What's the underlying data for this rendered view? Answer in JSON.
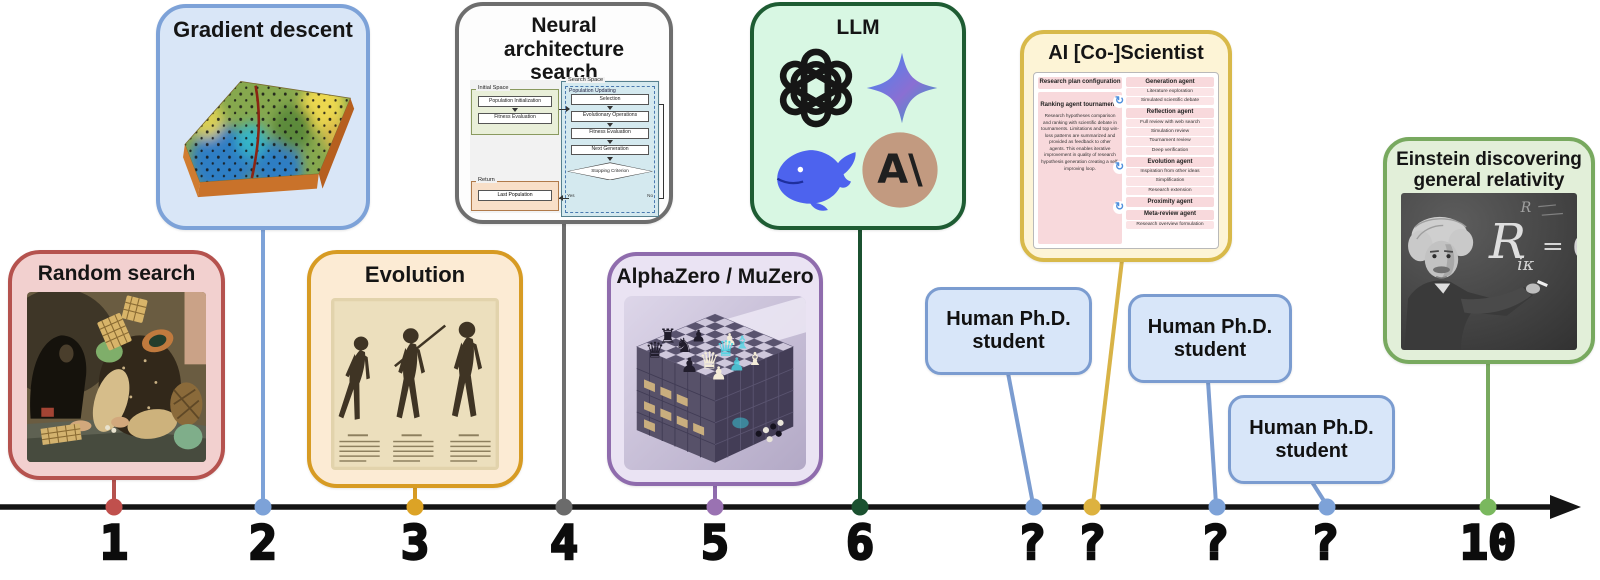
{
  "palette": {
    "axis_black": "#141414",
    "random_border": "#b5524e",
    "random_fill": "#f2d0cf",
    "gradient_border": "#7da2d8",
    "gradient_fill": "#d9e6f7",
    "evolution_border": "#d79b23",
    "evolution_fill": "#fcebd4",
    "nas_border": "#6e6e6e",
    "nas_fill": "#fdfdfd",
    "alphazero_border": "#8f6cad",
    "alphazero_fill": "#eae3f3",
    "llm_border": "#1e5c33",
    "llm_fill": "#d8f7e3",
    "coscientist_border": "#d8b94a",
    "coscientist_fill": "#fdf4d6",
    "phd_border": "#7b9cd0",
    "phd_fill": "#d8e6f9",
    "einstein_border": "#78a95f",
    "einstein_fill": "#e2efd9",
    "dot_yellow": "#ddb23f",
    "dot_blue": "#7da2d8",
    "dot_green": "#7ab85e"
  },
  "icons": {
    "refresh": "↻"
  },
  "axis": {
    "ticks": [
      "1",
      "2",
      "3",
      "4",
      "5",
      "6",
      "?",
      "?",
      "?",
      "?",
      "10"
    ]
  },
  "boxes": {
    "random_search": {
      "title": "Random search"
    },
    "gradient_descent": {
      "title": "Gradient descent"
    },
    "evolution": {
      "title": "Evolution"
    },
    "nas": {
      "title": "Neural architecture search",
      "initial_space": "Initial Space",
      "initial_steps": [
        "Population Initialization",
        "Fitness Evaluation"
      ],
      "search_space": "Search Space",
      "population_updating": "Population Updating",
      "loop_steps": [
        "Selection",
        "Evolutionary Operations",
        "Fitness Evaluation",
        "Next Generation"
      ],
      "decision": "Stopping Criterion",
      "yes": "Yes",
      "no": "No",
      "return_label": "Return",
      "last_population": "Last Population"
    },
    "alphazero": {
      "title": "AlphaZero / MuZero"
    },
    "llm": {
      "title": "LLM",
      "logos": [
        "openai-logo",
        "gemini-star-logo",
        "deepseek-whale-logo",
        "anthropic-logo"
      ],
      "anthropic_glyph": "A\\"
    },
    "coscientist": {
      "title": "AI [Co-]Scientist",
      "research_plan": "Research plan configuration",
      "ranking_title": "Ranking agent tournaments",
      "ranking_body": "Research hypotheses comparison and ranking with scientific debate in tournaments. Limitations and top win-loss patterns are summarized and provided as feedback to other agents. This enables iterative improvement in quality of research hypothesis generation creating a self-improving loop.",
      "agents": [
        {
          "title": "Generation agent",
          "items": [
            "Literature exploration",
            "Simulated scientific debate"
          ]
        },
        {
          "title": "Reflection agent",
          "items": [
            "Full review with web search",
            "Simulation review",
            "Tournament review",
            "Deep verification"
          ]
        },
        {
          "title": "Evolution agent",
          "items": [
            "Inspiration from other ideas",
            "Simplification",
            "Research extension"
          ]
        },
        {
          "title": "Proximity agent",
          "items": []
        },
        {
          "title": "Meta-review agent",
          "items": [
            "Research overview formulation"
          ]
        }
      ]
    },
    "phd": {
      "title": "Human Ph.D. student"
    },
    "einstein": {
      "title": "Einstein discovering general relativity",
      "chalk_main": "R",
      "chalk_sub": "iκ",
      "chalk_eq": "= ("
    }
  }
}
